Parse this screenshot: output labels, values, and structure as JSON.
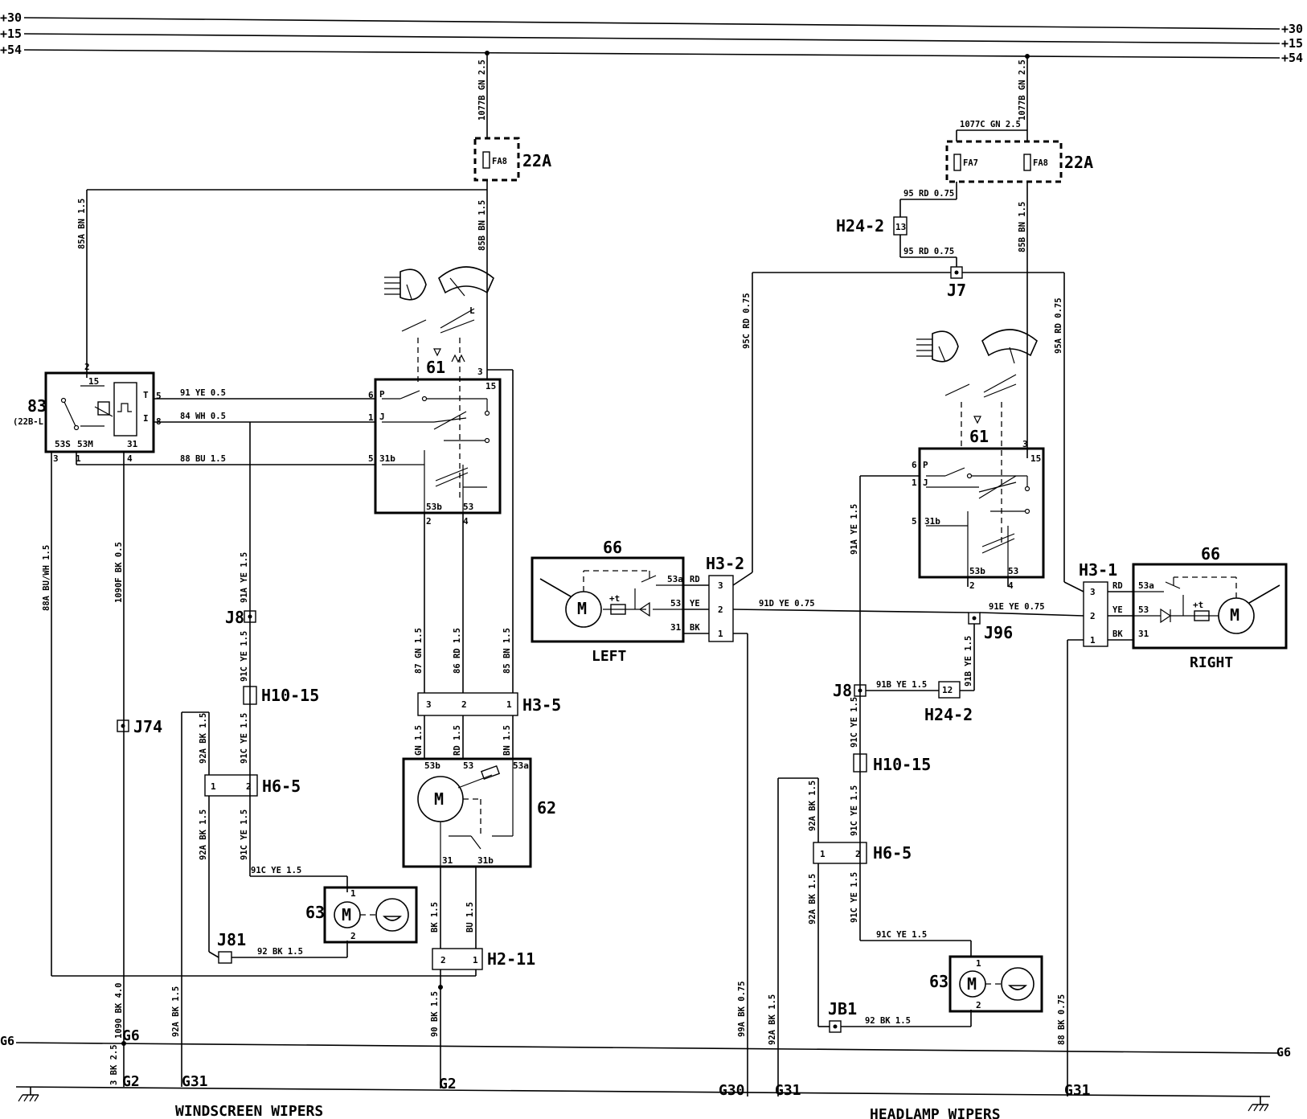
{
  "rails": {
    "r30": "+30",
    "r15": "+15",
    "r54": "+54",
    "g6": "G6"
  },
  "grounds": {
    "g2a": "G2",
    "g31a": "G31",
    "g6a": "G6",
    "g2b": "G2",
    "g30": "G30",
    "g31b": "G31",
    "g31c": "G31"
  },
  "sections": {
    "windscreen": "WINDSCREEN WIPERS",
    "headlamp": "HEADLAMP WIPERS"
  },
  "components": {
    "fuse_box_a": "22A",
    "fuse_box_b": "22A",
    "fuse_fa8_a": "FA8",
    "fuse_fa7": "FA7",
    "fuse_fa8_b": "FA8",
    "relay": "83",
    "relay_sub": "(22B-L)",
    "switch_a": "61",
    "switch_b": "61",
    "motor_62": "62",
    "pump_a": "63",
    "pump_b": "63",
    "hl_left": "66",
    "hl_right": "66",
    "left": "LEFT",
    "right": "RIGHT",
    "motor_m": "M"
  },
  "connectors": {
    "j8a": "J8",
    "j74": "J74",
    "j81a": "J81",
    "j7": "J7",
    "j96": "J96",
    "j8b": "J8",
    "j81b": "JB1",
    "h10_15a": "H10-15",
    "h6_5a": "H6-5",
    "h3_5": "H3-5",
    "h2_11": "H2-11",
    "h24_2a": "H24-2",
    "h3_2": "H3-2",
    "h3_1": "H3-1",
    "h24_2b": "H24-2",
    "h10_15b": "H10-15",
    "h6_5b": "H6-5"
  },
  "wires": {
    "w1077b_a": "1077B GN 2.5",
    "w1077b_b": "1077B GN 2.5",
    "w1077c": "1077C GN 2.5",
    "w85a_a": "85A BN 1.5",
    "w85b_a": "85B BN 1.5",
    "w91": "91 YE 0.5",
    "w84": "84 WH 0.5",
    "w88": "88 BU 1.5",
    "w88a": "88A BU/WH 1.5",
    "w1090f": "1090F BK 0.5",
    "w91a_a": "91A YE 1.5",
    "w91c_1": "91C YE 1.5",
    "w91c_2": "91C YE 1.5",
    "w91c_3": "91C YE 1.5",
    "w91c_4": "91C YE 1.5",
    "w92a_1": "92A BK 1.5",
    "w92a_2": "92A BK 1.5",
    "w92a_3": "92A BK 1.5",
    "w92": "92 BK 1.5",
    "w87": "87 GN 1.5",
    "w86": "86 RD 1.5",
    "w85": "85 BN 1.5",
    "wgn": "GN 1.5",
    "wrd": "RD 1.5",
    "wbn": "BN 1.5",
    "wbk": "BK 1.5",
    "wbu": "BU 1.5",
    "w90": "90 BK 1.5",
    "w1090": "1090 BK 4.0",
    "w3": "3 BK 2.5",
    "w95a": "95 RD 0.75",
    "w95b": "95 RD 0.75",
    "w95c": "95C RD 0.75",
    "w85b_b": "85B BN 1.5",
    "w95a_r": "95A RD 0.75",
    "w91d": "91D YE 0.75",
    "w91e": "91E YE 0.75",
    "w91b_1": "91B YE 1.5",
    "w91b_2": "91B YE 1.5",
    "w91a_b": "91A YE 1.5",
    "w91c_5": "91C YE 1.5",
    "w91c_6": "91C YE 1.5",
    "w91c_7": "91C YE 1.5",
    "w91c_8": "91C YE 1.5",
    "w92a_4": "92A BK 1.5",
    "w92a_5": "92A BK 1.5",
    "w92_b": "92 BK 1.5",
    "w99a": "99A BK 0.75",
    "w92a_6": "92A BK 1.5",
    "w88_r": "88 BK 0.75"
  },
  "pins": {
    "p2": "2",
    "p15": "15",
    "p3": "3",
    "p1": "1",
    "p4": "4",
    "p5": "5",
    "p6": "6",
    "p8": "8",
    "p31": "31",
    "p53s": "53S",
    "p53m": "53M",
    "pT": "T",
    "pI": "I",
    "pP": "P",
    "pJ": "J",
    "p31b": "31b",
    "p53b": "53b",
    "p53": "53",
    "p53a": "53a",
    "pRD": "RD",
    "pYE": "YE",
    "pBK": "BK",
    "p12": "12",
    "p13": "13",
    "pt1": "+t",
    "pL": "L"
  }
}
